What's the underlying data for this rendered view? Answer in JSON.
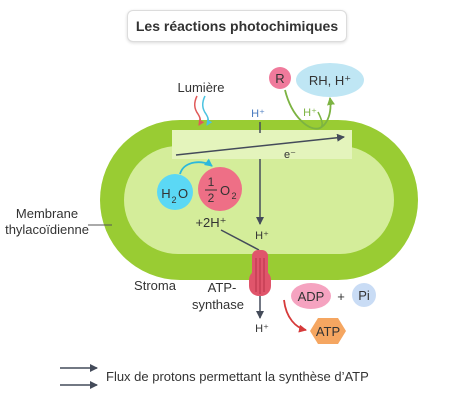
{
  "title": "Les réactions photochimiques",
  "labels": {
    "lumiere": "Lumière",
    "h_plus_top": "H⁺",
    "r": "R",
    "rh_h": "RH, H⁺",
    "h_plus_green": "H⁺",
    "electron": "e⁻",
    "h2o_h": "H",
    "h2o_2": "2",
    "h2o_o": "O",
    "half_num": "1",
    "half_den": "2",
    "o2_o": "O",
    "o2_2": "2",
    "two_h": "+2H⁺",
    "h_plus_mid": "H⁺",
    "membrane_1": "Membrane",
    "membrane_2": "thylacoïdienne",
    "stroma": "Stroma",
    "atp_synthase_1": "ATP-",
    "atp_synthase_2": "synthase",
    "adp": "ADP",
    "plus": "+",
    "pi": "Pi",
    "atp": "ATP",
    "h_plus_bottom": "H⁺"
  },
  "legend": {
    "text": "Flux de protons permettant la synthèse d’ATP"
  },
  "colors": {
    "membrane": "#99cc33",
    "lumen": "#d4ed9a",
    "band": "#e4f4bc",
    "h2o": "#5bd8f5",
    "o2": "#ee6f86",
    "r": "#f07a9c",
    "rh": "#bfe6f4",
    "adp": "#f5a3c0",
    "pi": "#c9dcf5",
    "atp": "#f5a661",
    "atp_synthase": "#e0556b",
    "arrow_dark": "#444b5a",
    "arrow_green": "#7cb342",
    "arrow_red": "#d63a3a",
    "arrow_cyan": "#2bb8dc"
  }
}
